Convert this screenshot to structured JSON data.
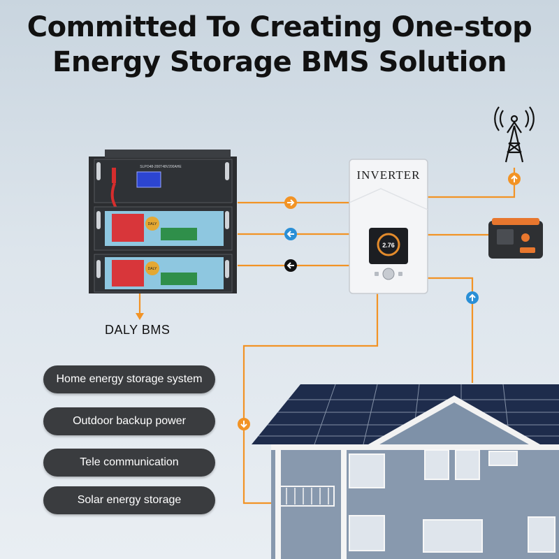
{
  "headline": {
    "line1": "Committed To Creating One-stop",
    "line2": "Energy Storage BMS Solution"
  },
  "battery": {
    "label": "DALY BMS",
    "model_text": "SLPO48-200T48V200AHE",
    "brand_badge": "DALY"
  },
  "inverter": {
    "label": "INVERTER",
    "display_value": "2.76"
  },
  "applications": [
    "Home energy storage system",
    "Outdoor backup power",
    "Tele communication",
    "Solar energy storage"
  ],
  "colors": {
    "flow_line": "#f29325",
    "arrow_orange": "#f29325",
    "arrow_blue": "#2a8fd6",
    "arrow_black": "#111111",
    "pill_bg": "#3a3c3f"
  },
  "icons": [
    "cell-tower-icon",
    "portable-power-station-icon",
    "right-arrow-icon",
    "left-arrow-icon",
    "up-arrow-icon",
    "down-arrow-icon"
  ]
}
